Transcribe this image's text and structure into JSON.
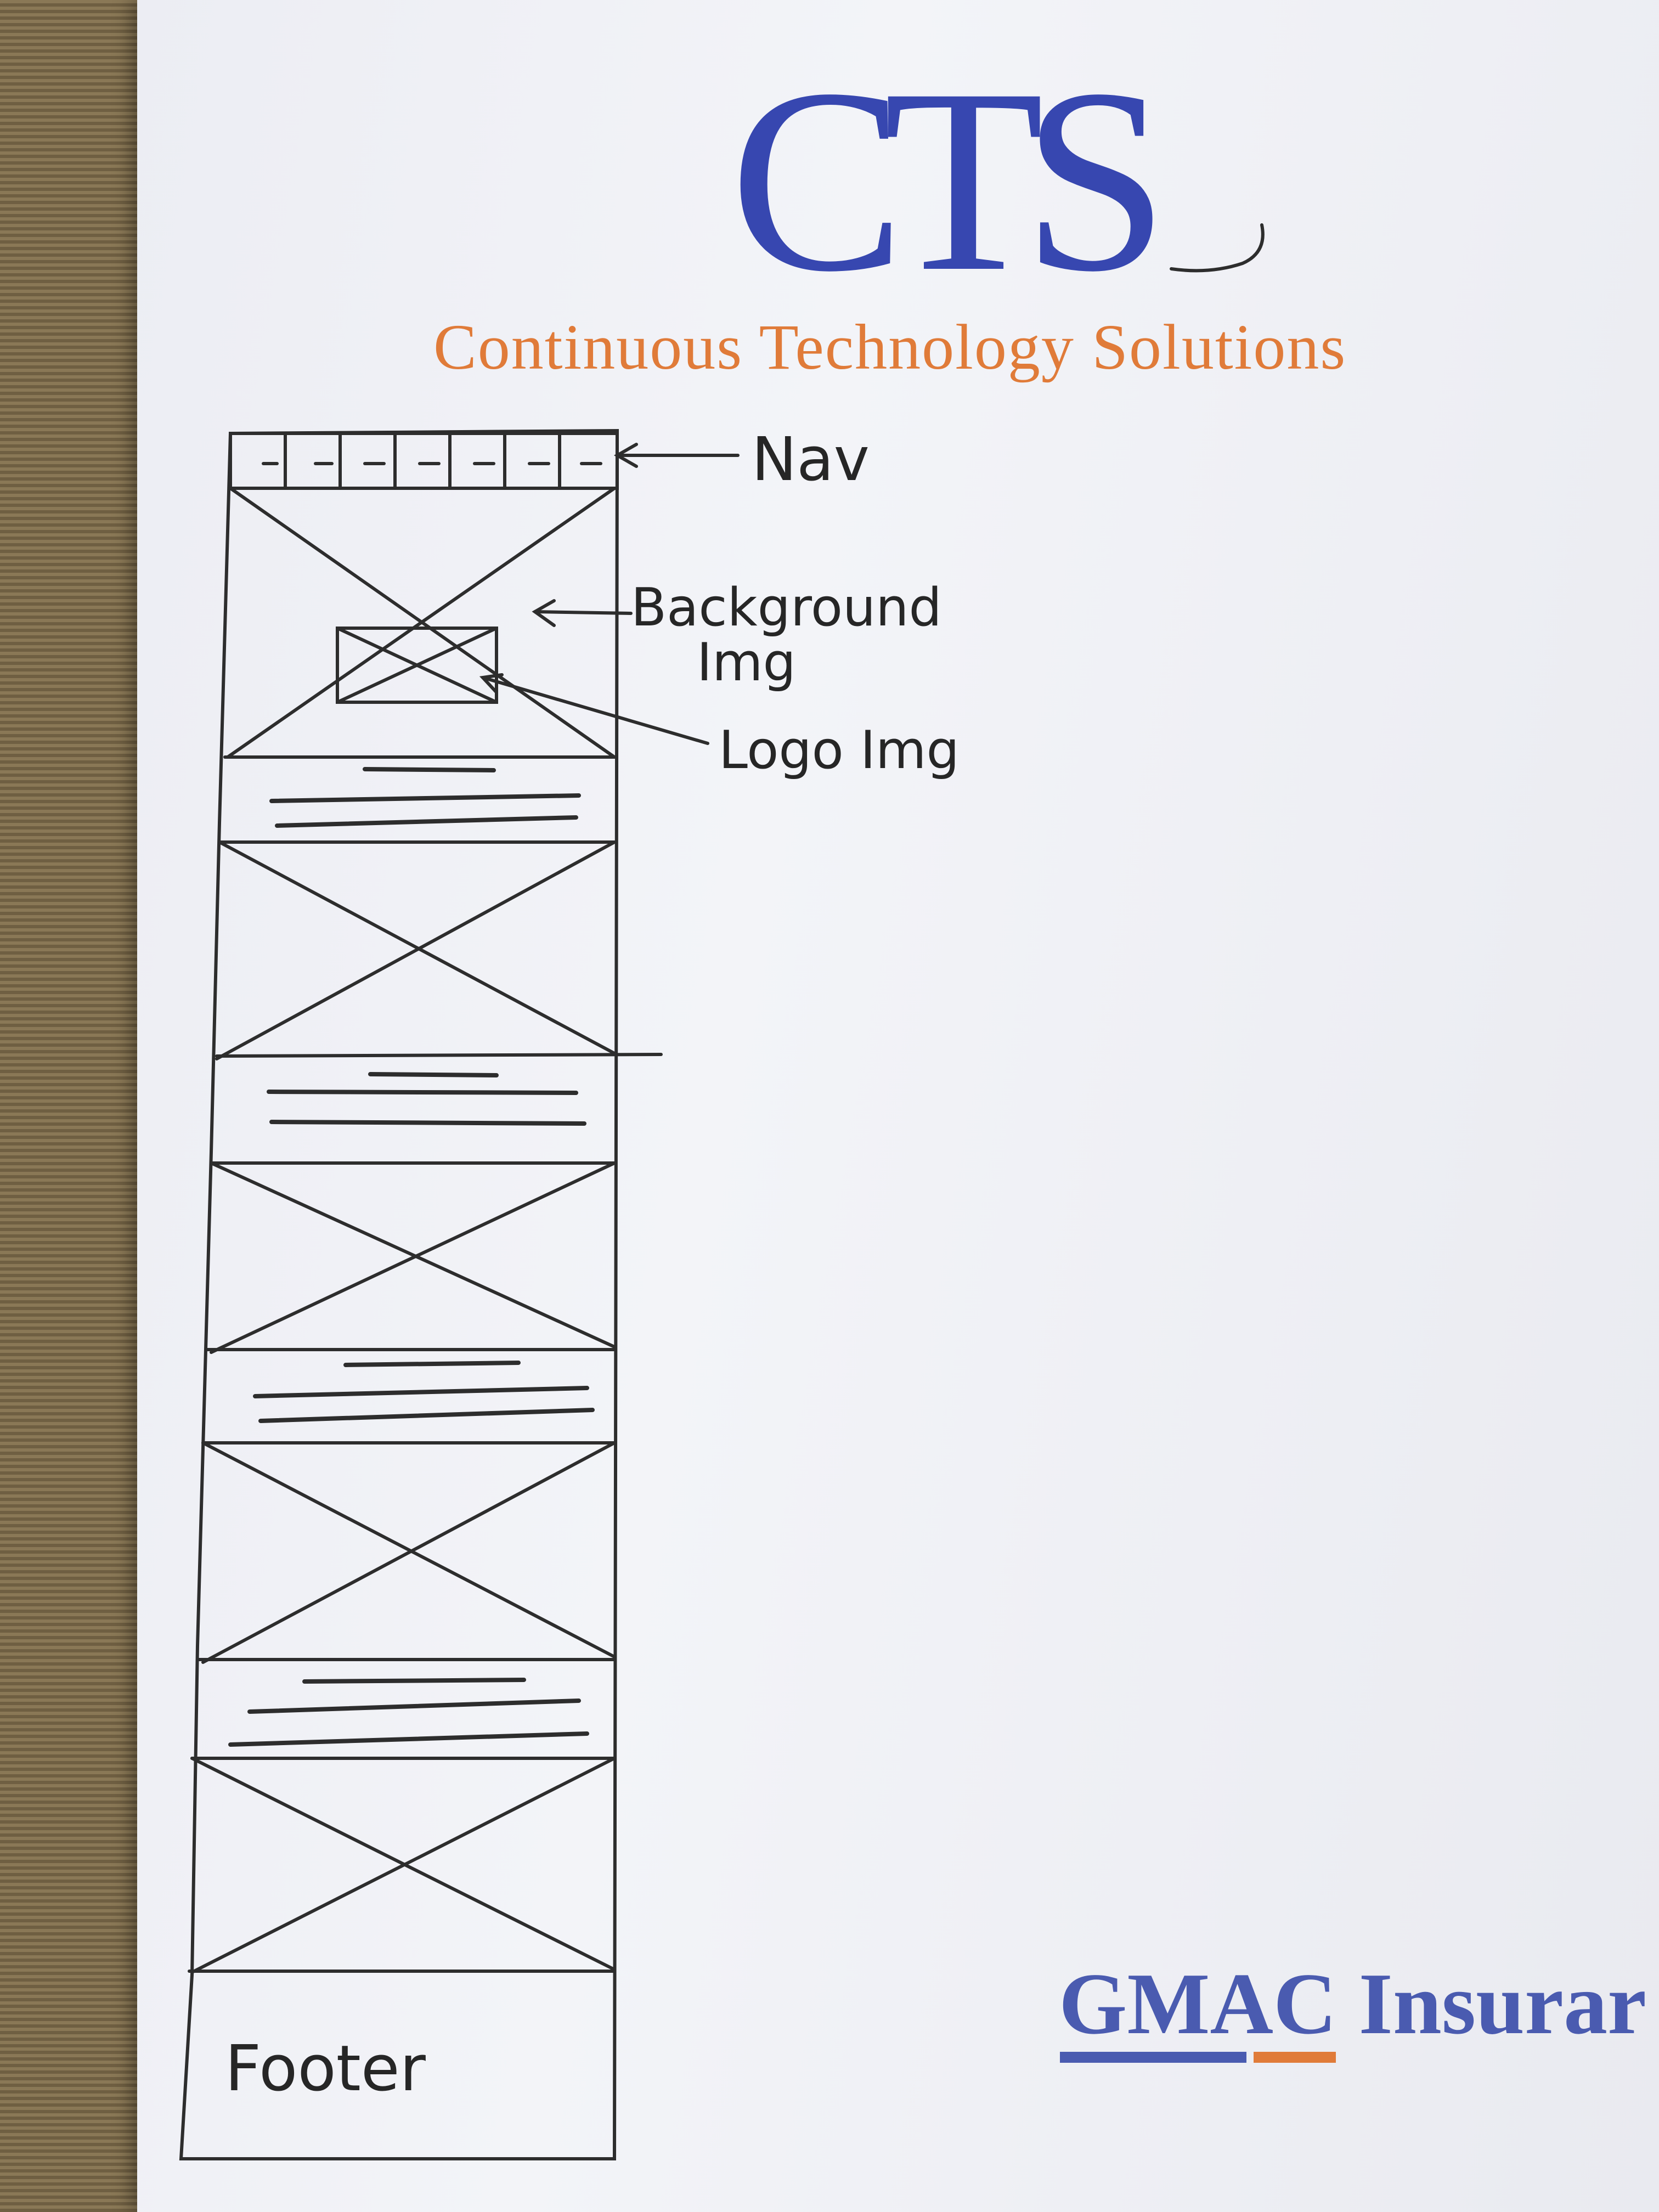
{
  "letterhead": {
    "logo_text": "CTS",
    "company_name": "Continuous Technology Solutions",
    "logo_color": "#3747b0",
    "name_color": "#e07b39"
  },
  "wireframe": {
    "annotations": {
      "nav": "Nav",
      "background_img_line1": "Background",
      "background_img_line2": "Img",
      "logo_img": "Logo Img",
      "footer": "Footer"
    }
  },
  "footer_brand": {
    "text": "GMAC Insurar",
    "color": "#4a5bb0"
  }
}
